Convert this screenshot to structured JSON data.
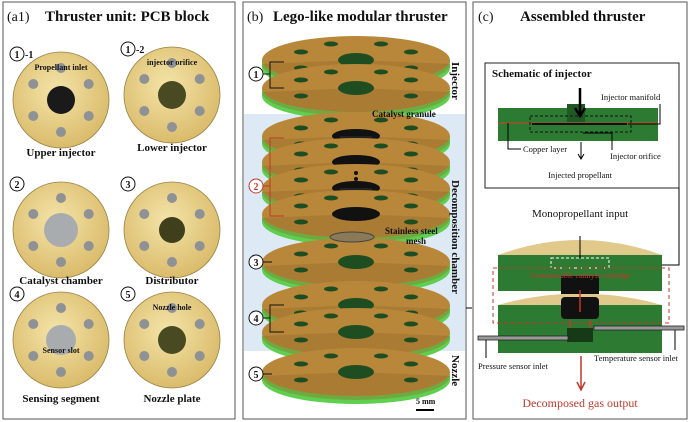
{
  "panel_a": {
    "label": "(a1)",
    "title": "Thruster unit: PCB block",
    "items": [
      {
        "num": "1",
        "suffix": "-1",
        "name": "Upper injector",
        "annotation": "Propellant inlet"
      },
      {
        "num": "1",
        "suffix": "-2",
        "name": "Lower injector",
        "annotation": "injector orifice"
      },
      {
        "num": "2",
        "suffix": "",
        "name": "Catalyst chamber",
        "annotation": ""
      },
      {
        "num": "3",
        "suffix": "",
        "name": "Distributor",
        "annotation": ""
      },
      {
        "num": "4",
        "suffix": "",
        "name": "Sensing segment",
        "annotation": "Sensor slot"
      },
      {
        "num": "5",
        "suffix": "",
        "name": "Nozzle plate",
        "annotation": "Nozzle hole"
      }
    ]
  },
  "panel_b": {
    "label": "(b)",
    "title": "Lego-like modular thruster",
    "markers": [
      "1",
      "2",
      "3",
      "4",
      "5"
    ],
    "callouts": {
      "granule": "Catalyst granule",
      "mesh_line1": "Stainless steel",
      "mesh_line2": "mesh"
    },
    "sections": {
      "injector": "Injector",
      "chamber": "Decomposition chamber",
      "nozzle": "Nozzle"
    },
    "scale_bar": "5 mm"
  },
  "panel_c": {
    "label": "(c)",
    "title": "Assembled thruster",
    "inset": {
      "title": "Schematic of injector",
      "manifold": "Injector manifold",
      "copper": "Copper layer",
      "orifice": "Injector orifice",
      "injected": "Injected propellant"
    },
    "input": "Monopropellant input",
    "cartridge": "Customizable catalyst cartridge",
    "pressure": "Pressure sensor inlet",
    "temperature": "Temperature sensor inlet",
    "output": "Decomposed gas output"
  },
  "colors": {
    "pcb_top": "#b8873a",
    "pcb_edge": "#5fcf4f",
    "disk": "#e9d28e",
    "highlight": "#c0392b",
    "chamber_bg": "#ddeaf6",
    "board_green": "#2d7a32"
  }
}
